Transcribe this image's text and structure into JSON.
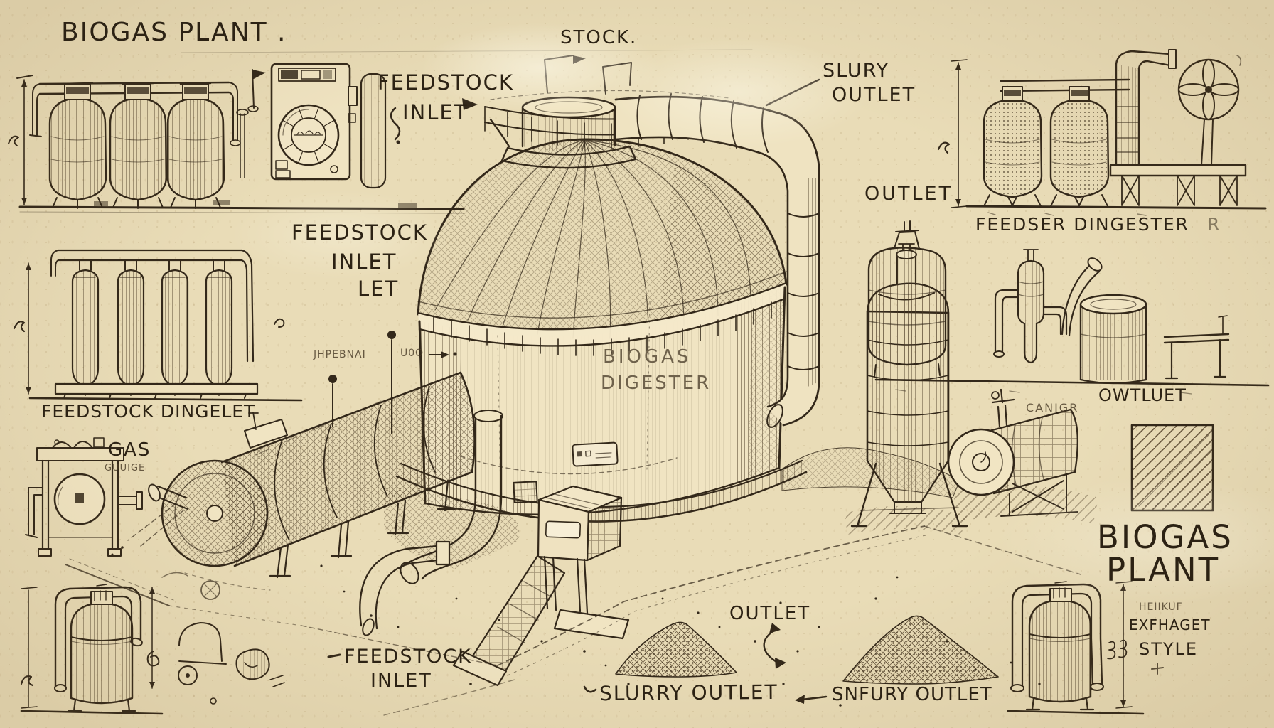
{
  "colors": {
    "paper": "#e9dcb7",
    "ink": "#33281a",
    "faded_ink": "#6f624c"
  },
  "labels": {
    "title_top_left": "BIOGAS PLANT .",
    "stock": "STOCK.",
    "feedstock_inlet_top": {
      "line1": "FEEDSTOCK",
      "line2": "INLET"
    },
    "slury_outlet": {
      "line1": "SLURY",
      "line2": "OUTLET"
    },
    "outlet_upper_right": "OUTLET",
    "feedser_dingester": "FEEDSER DINGESTER",
    "feedser_dingester_suffix": "R",
    "feedstock_inlet_left": {
      "line1": "FEEDSTOCK",
      "line2": "INLET",
      "line3": "LET"
    },
    "feedstock_dingelet": "FEEDSTOCK DINGELET",
    "gas": "GAS",
    "gas_subtitle": "GUUIGE",
    "annotation_small_left": "JHPEBNAI",
    "annotation_small_right": "U0O",
    "digester_wall": {
      "line1": "BIOGAS",
      "line2": "DIGESTER"
    },
    "canigr": "CANIGR",
    "owtluet": "OWTLUET",
    "title_bottom_right": {
      "line1": "BIOGAS",
      "line2": "PLANT"
    },
    "heiikuf": "HEIIKUF",
    "exfhaget": "EXFHAGET",
    "style_label": "STYLE",
    "outlet_bottom": "OUTLET",
    "slurry_outlet_bottom": "SLURRY OUTLET",
    "snfury_outlet_bottom": "SNFURY OUTLET",
    "feedstock_inlet_bottom": {
      "line1": "FEEDSTOCK",
      "line2": "INLET"
    }
  }
}
